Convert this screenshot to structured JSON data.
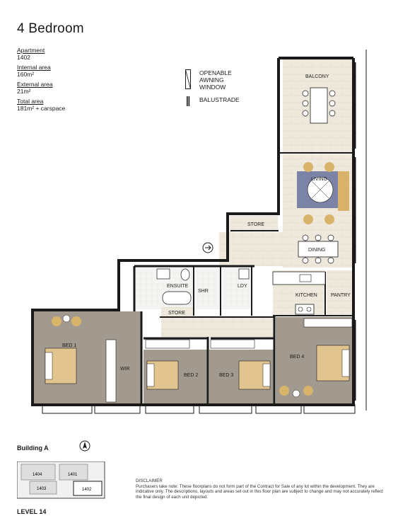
{
  "title": "4 Bedroom",
  "specs": [
    {
      "label": "Apartment",
      "value": "1402"
    },
    {
      "label": "Internal area",
      "value": "160m²"
    },
    {
      "label": "External area",
      "value": "21m²"
    },
    {
      "label": "Total area",
      "value": "181m² + carspace"
    }
  ],
  "legend": {
    "window_lines": [
      "OPENABLE",
      "AWNING",
      "WINDOW"
    ],
    "balustrade": "BALUSTRADE"
  },
  "rooms": {
    "balcony": "BALCONY",
    "living": "LIVING",
    "dining": "DINING",
    "store_top": "STORE",
    "ensuite": "ENSUITE",
    "shr": "SHR",
    "ldy": "LDY",
    "kitchen": "KITCHEN",
    "pantry": "PANTRY",
    "store_mid": "STORE",
    "bed1": "BED 1",
    "wir": "WIR",
    "bed2": "BED 2",
    "bed3": "BED 3",
    "bed4": "BED 4"
  },
  "building": "Building A",
  "key_units": [
    "1404",
    "1401",
    "1403",
    "1402"
  ],
  "level": "LEVEL 14",
  "disclaimer": {
    "heading": "DISCLAIMER",
    "body": "Purchasers take note: These floorplans do not form part of the Contract for Sale of any lot within the development. They are indicative only. The descriptions, layouts and areas set out in this floor plan are subject to change and may not accurately reflect the final design of each unit depicted."
  },
  "colors": {
    "wall": "#1a1a1a",
    "bedroom_carpet": "#a39a8f",
    "timber": "#efe9dd",
    "wet_tile": "#f4f4f2",
    "rug": "#7b83a6",
    "chair": "#d9b36a",
    "bed": "#e2c58e"
  }
}
